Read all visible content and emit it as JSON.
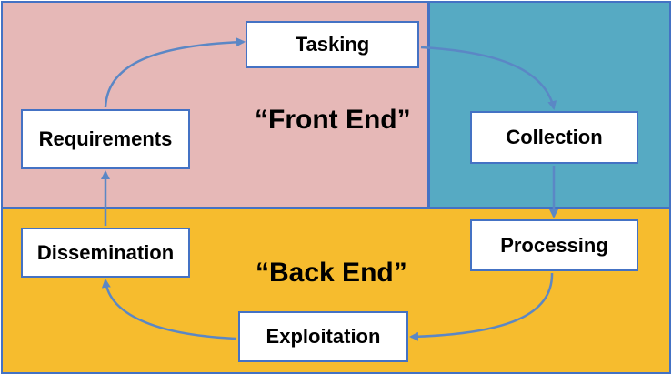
{
  "diagram": {
    "zones": {
      "front_end": "“Front End”",
      "back_end": "“Back End”"
    },
    "nodes": {
      "tasking": "Tasking",
      "requirements": "Requirements",
      "collection": "Collection",
      "processing": "Processing",
      "dissemination": "Dissemination",
      "exploitation": "Exploitation"
    },
    "colors": {
      "front_region": "#e6b8b7",
      "collection_region": "#56aac3",
      "back_region": "#f6bc2e",
      "arrow": "#5b87c5",
      "border": "#4472c4"
    }
  }
}
